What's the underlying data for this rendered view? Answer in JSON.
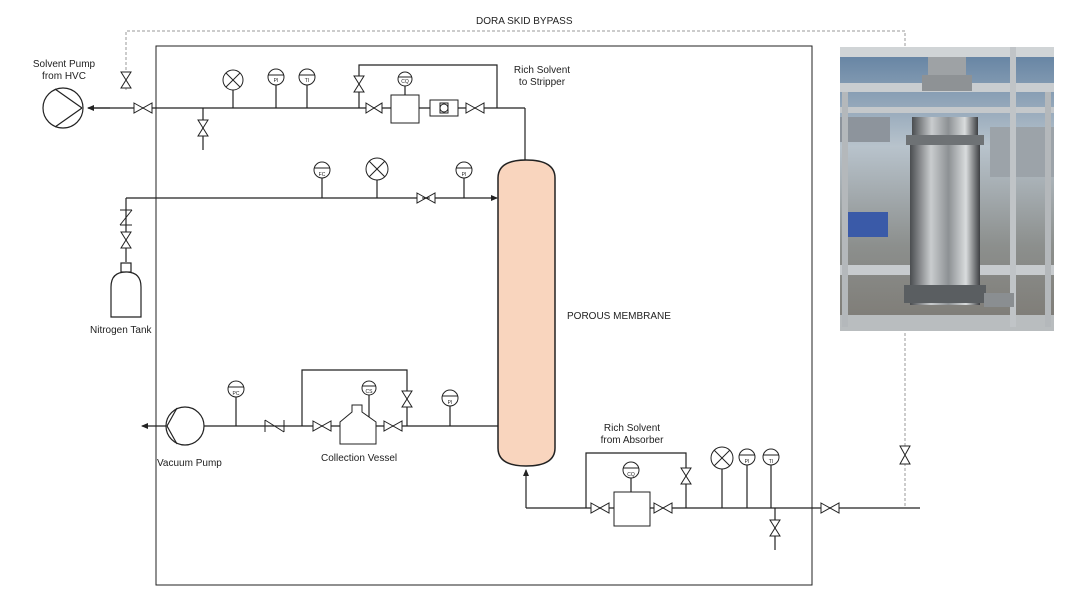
{
  "labels": {
    "bypass": "DORA SKID BYPASS",
    "solvent_pump_line1": "Solvent Pump",
    "solvent_pump_line2": "from HVC",
    "rich_stripper_line1": "Rich Solvent",
    "rich_stripper_line2": "to Stripper",
    "nitrogen_tank": "Nitrogen Tank",
    "porous_membrane": "POROUS MEMBRANE",
    "vacuum_pump": "Vacuum Pump",
    "collection_vessel": "Collection Vessel",
    "rich_absorber_line1": "Rich Solvent",
    "rich_absorber_line2": "from Absorber"
  },
  "instruments": {
    "pi": "PI",
    "ti": "TI",
    "cq": "CQ",
    "fc": "FC",
    "pc": "PC",
    "cs": "CS"
  },
  "colors": {
    "membrane_fill": "#f9d5be",
    "line": "#222222",
    "bypass_dash": "#999999"
  }
}
